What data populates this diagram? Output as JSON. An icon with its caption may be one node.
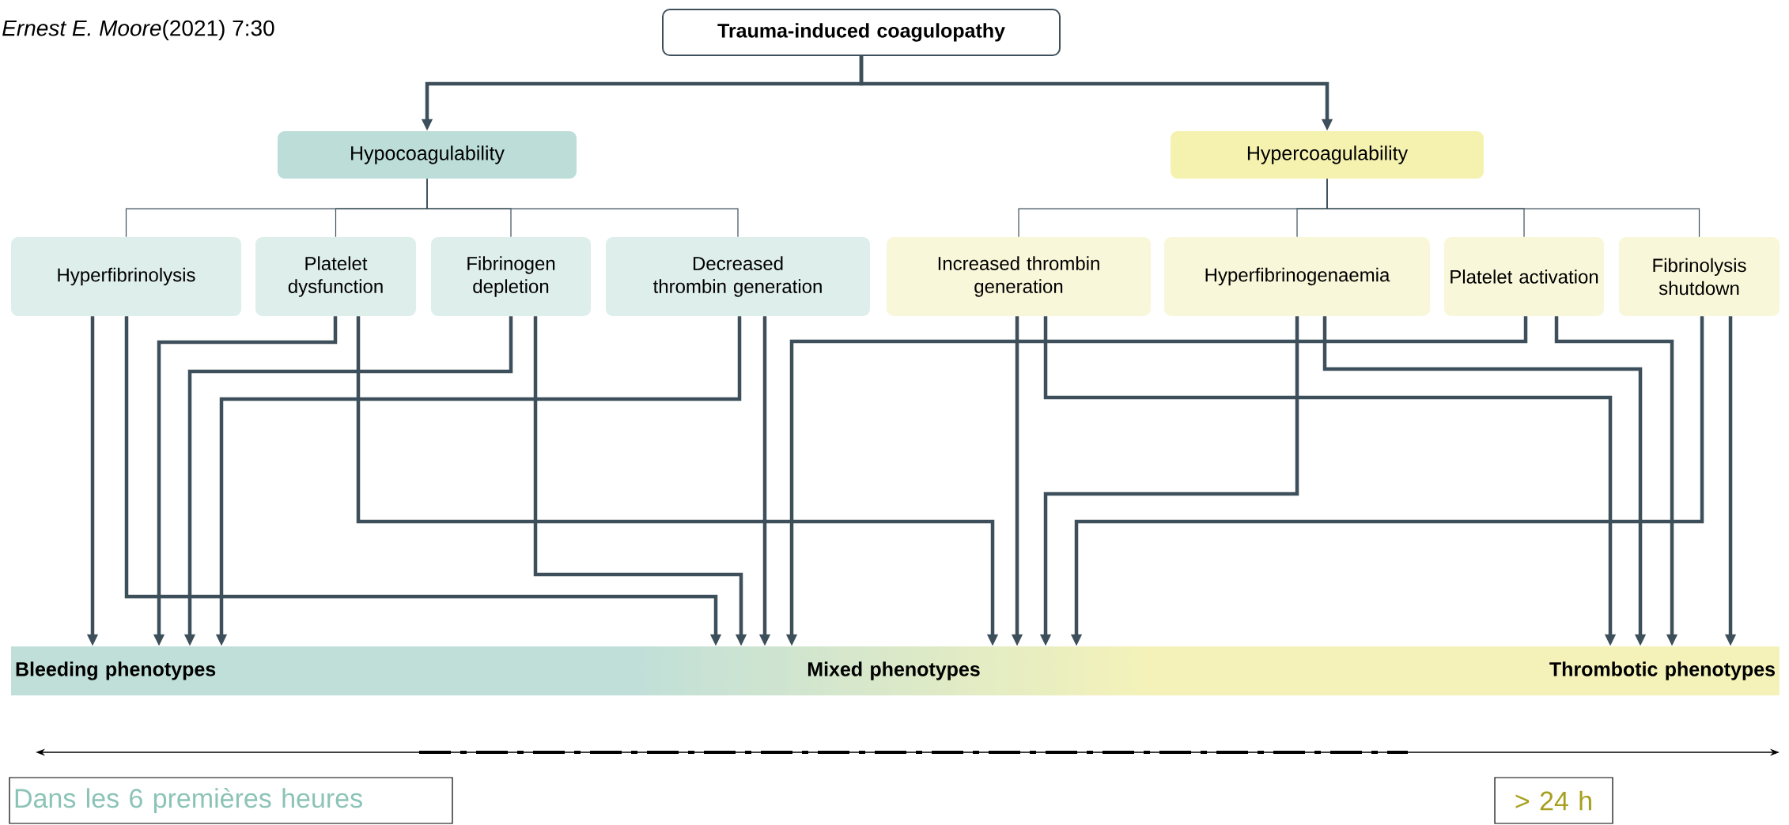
{
  "diagram": {
    "nodes": [
      {
        "text": [
          "Trauma-induced coagulopathy"
        ]
      },
      {
        "text": [
          "Hypocoagulability"
        ]
      },
      {
        "text": [
          "Hypercoagulability"
        ]
      },
      {
        "text": [
          "Hyperfibrinolysis"
        ]
      },
      {
        "text": [
          "Platelet dysfunction"
        ]
      },
      {
        "text": [
          "Fibrinogen depletion"
        ]
      },
      {
        "text": [
          "Decreased thrombin generation"
        ]
      },
      {
        "text": [
          "Increased thrombin generation"
        ]
      },
      {
        "text": [
          "Hyperfibrinogenaemia"
        ]
      },
      {
        "text": [
          "Platelet activation"
        ]
      },
      {
        "text": [
          "Fibrinolysis shutdown"
        ]
      },
      {
        "text": [
          "Bleeding phenotypes"
        ]
      },
      {
        "text": [
          "Mixed phenotypes"
        ]
      },
      {
        "text": [
          "Thrombotic phenotypes"
        ]
      },
      {
        "text": [
          "Dans les 6 premières heures"
        ]
      },
      {
        "text": [
          "> 24 h"
        ]
      }
    ],
    "edges": [
      {
        "from": 0,
        "to": 1,
        "arrow": "to"
      },
      {
        "from": 0,
        "to": 2,
        "arrow": "to"
      },
      {
        "from": 1,
        "to": 3,
        "arrow": "none"
      },
      {
        "from": 1,
        "to": 4,
        "arrow": "none"
      },
      {
        "from": 1,
        "to": 5,
        "arrow": "none"
      },
      {
        "from": 1,
        "to": 6,
        "arrow": "none"
      },
      {
        "from": 2,
        "to": 7,
        "arrow": "none"
      },
      {
        "from": 2,
        "to": 8,
        "arrow": "none"
      },
      {
        "from": 2,
        "to": 9,
        "arrow": "none"
      },
      {
        "from": 2,
        "to": 10,
        "arrow": "none"
      },
      {
        "from": 3,
        "to": 11,
        "arrow": "to"
      },
      {
        "from": 3,
        "to": 12,
        "arrow": "to"
      },
      {
        "from": 4,
        "to": 11,
        "arrow": "to"
      },
      {
        "from": 4,
        "to": 12,
        "arrow": "to"
      },
      {
        "from": 5,
        "to": 11,
        "arrow": "to"
      },
      {
        "from": 5,
        "to": 12,
        "arrow": "to"
      },
      {
        "from": 6,
        "to": 11,
        "arrow": "to"
      },
      {
        "from": 6,
        "to": 12,
        "arrow": "to"
      },
      {
        "from": 7,
        "to": 12,
        "arrow": "to"
      },
      {
        "from": 7,
        "to": 13,
        "arrow": "to"
      },
      {
        "from": 8,
        "to": 12,
        "arrow": "to"
      },
      {
        "from": 8,
        "to": 13,
        "arrow": "to"
      },
      {
        "from": 9,
        "to": 12,
        "arrow": "to"
      },
      {
        "from": 9,
        "to": 13,
        "arrow": "to"
      },
      {
        "from": 10,
        "to": 12,
        "arrow": "to"
      },
      {
        "from": 10,
        "to": 13,
        "arrow": "to"
      }
    ],
    "labels": [
      "*Ernest E. Moore*(2021) 7:30"
    ]
  }
}
